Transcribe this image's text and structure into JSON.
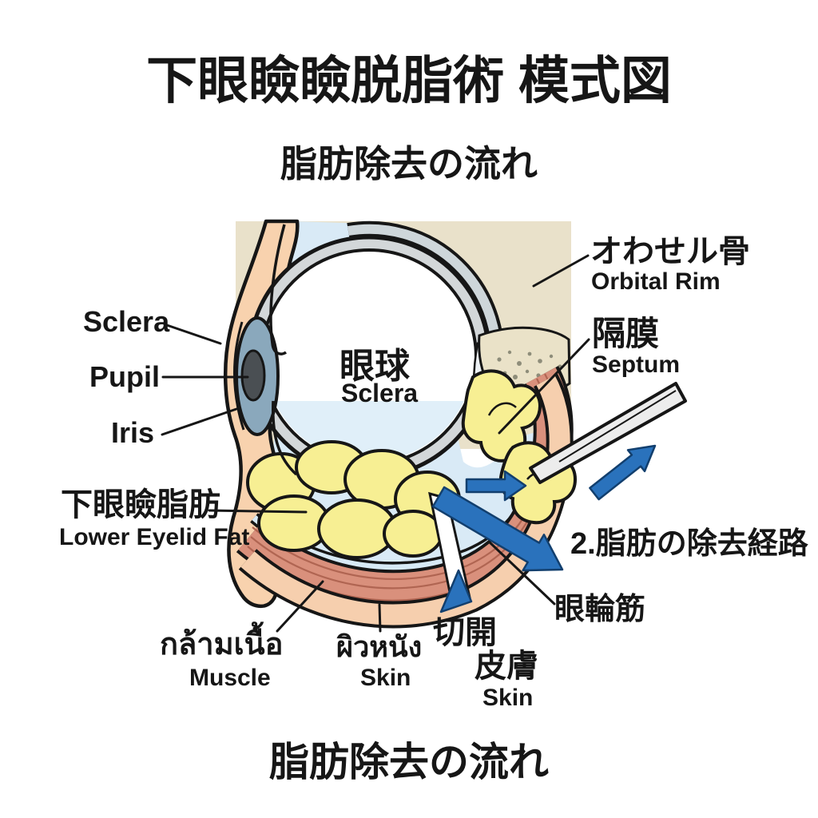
{
  "page": {
    "title": "下眼瞼瞼脱脂術 模式図",
    "subtitle": "脂肪除去の流れ",
    "footer_title": "脂肪除去の流れ"
  },
  "labels": {
    "sclera_left": {
      "en": "Sclera"
    },
    "pupil": {
      "en": "Pupil"
    },
    "iris": {
      "en": "Iris"
    },
    "lower_eyelid_fat": {
      "jp": "下眼瞼脂肪",
      "en": "Lower Eyelid Fat"
    },
    "eyeball_center": {
      "jp": "眼球",
      "en": "Sclera"
    },
    "orbital_rim": {
      "jp": "オわせル骨",
      "en": "Orbital Rim"
    },
    "septum": {
      "jp": "隔膜",
      "en": "Septum"
    },
    "fat_removal_path": {
      "jp": "2.脂肪の除去経路"
    },
    "orbicularis_muscle": {
      "jp": "眼輪筋"
    },
    "muscle": {
      "th": "กล้ามเนื้อ",
      "en": "Muscle"
    },
    "skin_thai": {
      "th": "ผิวหนัง",
      "en": "Skin"
    },
    "incision": {
      "jp": "切開"
    },
    "skin_jp": {
      "jp": "皮膚",
      "en": "Skin"
    }
  },
  "colors": {
    "bone_beige": "#e9e1ca",
    "skin_peach": "#f8d2ae",
    "conjunctiva_blue": "#d9eaf6",
    "fat_yellow": "#f7ef93",
    "muscle_salmon": "#d9907c",
    "muscle_striation": "#b06552",
    "arrow_blue": "#2a72bc",
    "iris_blue_gray": "#8aa8bc",
    "pupil_dark": "#4a4f53",
    "sclera_ring_gray": "#d3d7d9",
    "text_black": "#161616"
  }
}
